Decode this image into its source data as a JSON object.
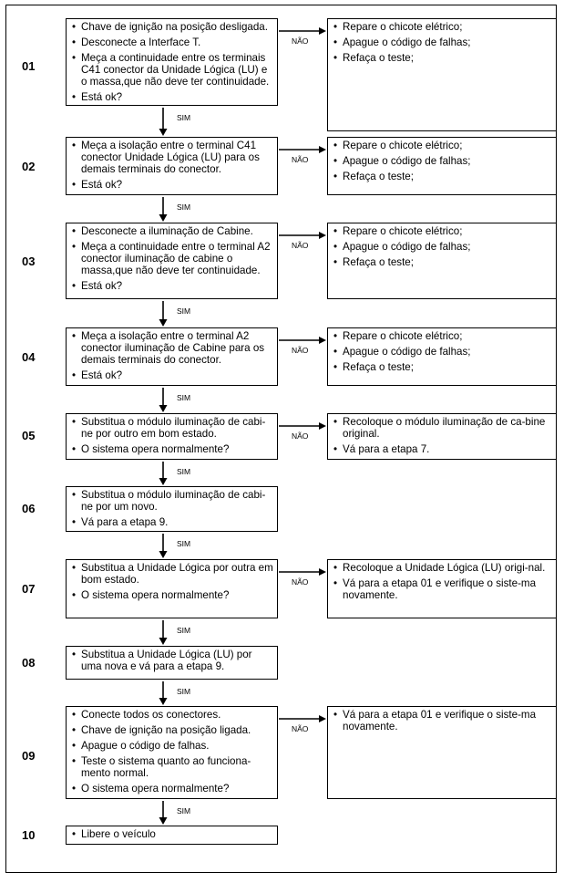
{
  "labels": {
    "nao": "NÃO",
    "sim": "SIM"
  },
  "steps": [
    {
      "num": "01",
      "left": [
        "Chave de ignição na posição desligada.",
        "Desconecte a Interface T.",
        "Meça a continuidade entre os terminais C41 conector da Unidade Lógica (LU) e o massa,que não deve ter continuidade.",
        "Está ok?"
      ],
      "right": [
        "Repare o chicote elétrico;",
        "Apague o código de falhas;",
        "Refaça o teste;"
      ]
    },
    {
      "num": "02",
      "left": [
        "Meça a isolação entre o terminal C41 conector Unidade Lógica (LU) para os demais terminais do conector.",
        "Está ok?"
      ],
      "right": [
        "Repare o chicote elétrico;",
        "Apague o código de falhas;",
        "Refaça o teste;"
      ]
    },
    {
      "num": "03",
      "left": [
        "Desconecte a iluminação  de Cabine.",
        "Meça a continuidade entre o terminal A2 conector iluminação de cabine o massa,que não deve ter continuidade.",
        "Está ok?"
      ],
      "right": [
        "Repare o chicote elétrico;",
        "Apague o código de falhas;",
        "Refaça o teste;"
      ]
    },
    {
      "num": "04",
      "left": [
        "Meça a isolação entre o terminal A2 conector iluminação de Cabine para os demais terminais  do conector.",
        "Está ok?"
      ],
      "right": [
        "Repare o chicote elétrico;",
        "Apague o código de falhas;",
        "Refaça o teste;"
      ]
    },
    {
      "num": "05",
      "left": [
        "Substitua o módulo iluminação de cabi-ne por outro em bom estado.",
        "O sistema opera normalmente?"
      ],
      "right": [
        "Recoloque o módulo iluminação de ca-bine original.",
        "Vá para a etapa 7."
      ]
    },
    {
      "num": "06",
      "left": [
        "Substitua o módulo iluminação de cabi-ne por um novo.",
        "Vá para a etapa 9."
      ],
      "right": []
    },
    {
      "num": "07",
      "left": [
        "Substitua a Unidade Lógica por outra em bom estado.",
        "O sistema opera normalmente?"
      ],
      "right": [
        "Recoloque a Unidade Lógica (LU) origi-nal.",
        "Vá para a etapa 01 e verifique o siste-ma novamente."
      ]
    },
    {
      "num": "08",
      "left": [
        "Substitua a Unidade Lógica (LU) por uma nova e vá para a etapa 9."
      ],
      "right": []
    },
    {
      "num": "09",
      "left": [
        "Conecte todos os conectores.",
        "Chave de ignição na posição ligada.",
        "Apague o código de falhas.",
        "Teste o sistema quanto ao funciona-mento normal.",
        "O sistema opera normalmente?"
      ],
      "right": [
        "Vá para a etapa 01 e verifique o siste-ma novamente."
      ]
    },
    {
      "num": "10",
      "left": [
        "Libere o veículo"
      ],
      "right": []
    }
  ]
}
